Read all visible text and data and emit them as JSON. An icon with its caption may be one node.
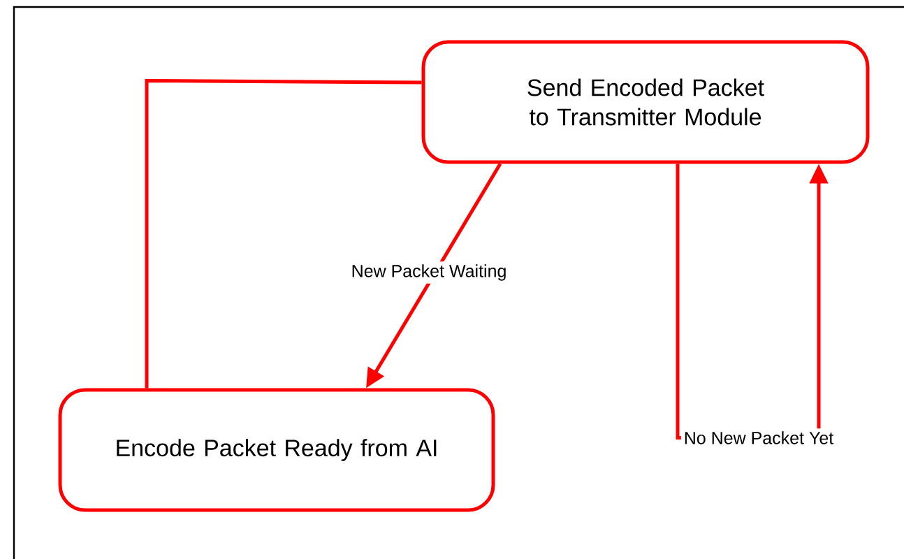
{
  "diagram": {
    "nodes": [
      {
        "text": [
          "Send Encoded Packet to Transmitter Module"
        ]
      },
      {
        "text": [
          "Encode Packet Ready from AI"
        ]
      }
    ],
    "edges": [
      {
        "from": 0,
        "to": 1,
        "arrow": "to",
        "label": "New Packet Waiting"
      },
      {
        "from": 1,
        "to": 0,
        "arrow": "none"
      },
      {
        "from": 0,
        "to": 0,
        "arrow": "to",
        "label": "No New Packet Yet"
      }
    ]
  }
}
